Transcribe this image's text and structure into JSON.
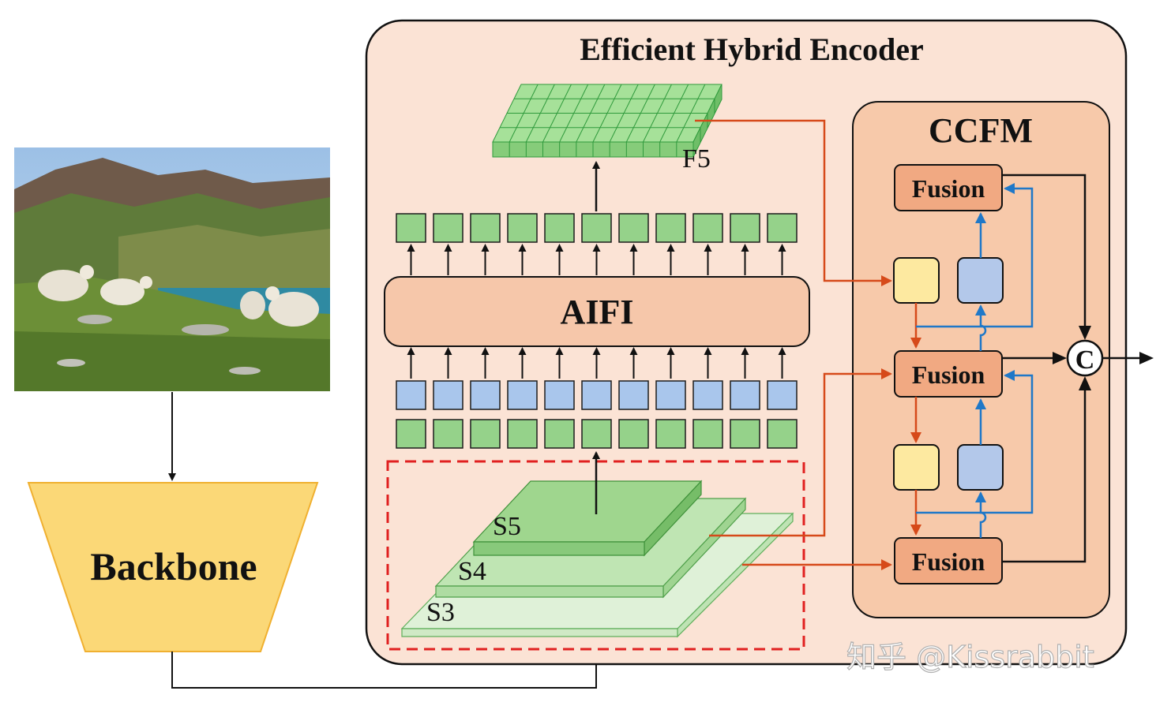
{
  "encoder": {
    "title": "Efficient Hybrid Encoder",
    "aifi_label": "AIFI",
    "f5_label": "F5",
    "stages": {
      "s5": "S5",
      "s4": "S4",
      "s3": "S3"
    },
    "ccfm": {
      "title": "CCFM",
      "fusion_labels": [
        "Fusion",
        "Fusion",
        "Fusion"
      ],
      "concat_label": "C"
    }
  },
  "backbone": {
    "label": "Backbone"
  },
  "input_image": {
    "subject": "sheep-on-hillside-photo"
  },
  "watermark": {
    "text": "知乎 @Kissrabbit"
  },
  "token_row_count": 11,
  "colors": {
    "panel_fill": "#fbe3d5",
    "ccfm_fill": "#f7c9aa",
    "fusion_fill": "#f1a982",
    "aifi_fill": "#f6c7aa",
    "token_green": "#95d28a",
    "token_blue": "#a9c6ec",
    "yellow_box": "#fde9a0",
    "blue_box": "#b3c8ea",
    "backbone_fill": "#fbd877",
    "arrow_red": "#d64a1a",
    "arrow_blue": "#1f78c8",
    "dashed_red": "#e02020"
  }
}
